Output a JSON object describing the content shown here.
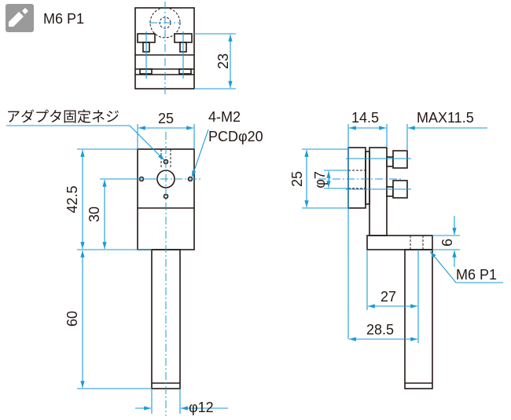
{
  "header": {
    "icon": "tapped-thread-icon",
    "thread_label": "M6 P1"
  },
  "top_view": {
    "height_dim": "23"
  },
  "front_view": {
    "screw_label": "アダプタ固定ネジ",
    "width_dim": "25",
    "holes_label": "4-M2",
    "pcd_label": "PCDφ20",
    "height_dim_total": "42.5",
    "height_dim_center": "30",
    "rod_length_dim": "60",
    "rod_dia_dim": "φ12"
  },
  "side_view": {
    "depth_dim": "14.5",
    "max_dim": "MAX11.5",
    "plate_height_dim": "25",
    "bore_dim": "φ7",
    "base_thickness_dim": "6",
    "thread_label": "M6 P1",
    "offset_dim_1": "27",
    "offset_dim_2": "28.5"
  },
  "colors": {
    "dimension": "#1a9ad6",
    "outline": "#231815",
    "icon": "#9a9a9a"
  }
}
